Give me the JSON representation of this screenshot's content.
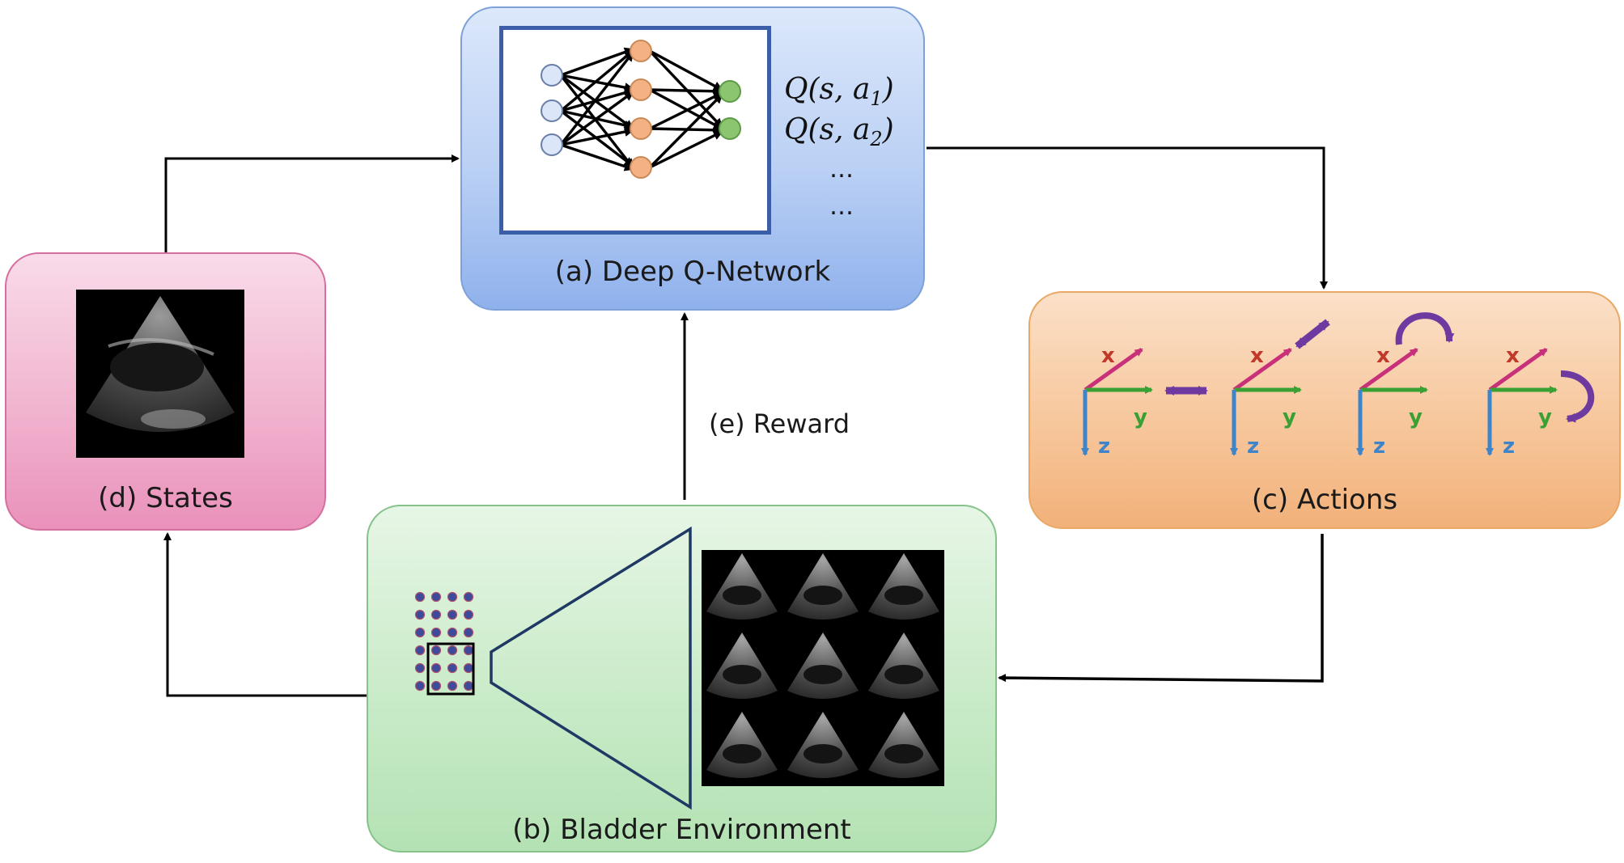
{
  "boxes": {
    "dqn": {
      "label": "(a) Deep Q-Network",
      "q_values": [
        {
          "prefix": "Q(s, a",
          "sub": "1",
          "suffix": ")"
        },
        {
          "prefix": "Q(s, a",
          "sub": "2",
          "suffix": ")"
        }
      ],
      "ellipsis": [
        "…",
        "…"
      ]
    },
    "environment": {
      "label": "(b) Bladder Environment"
    },
    "actions": {
      "label": "(c) Actions",
      "axis_labels": {
        "x": "x",
        "y": "y",
        "z": "z"
      }
    },
    "states": {
      "label": "(d) States"
    }
  },
  "reward": {
    "label": "(e) Reward"
  },
  "colors": {
    "dqn_fill": "#b9cff4",
    "states_fill": "#f1b5d0",
    "actions_fill": "#f7c79c",
    "env_fill": "#c9ebc8",
    "nn_input_node": "#dbe6f8",
    "nn_hidden_node": "#f4b183",
    "nn_output_node": "#8cc56f",
    "axis_x": "#c8307a",
    "axis_y": "#3aa034",
    "axis_z": "#3f84c9",
    "action_arrow": "#6f3aa0",
    "frame": "#1f3864"
  }
}
